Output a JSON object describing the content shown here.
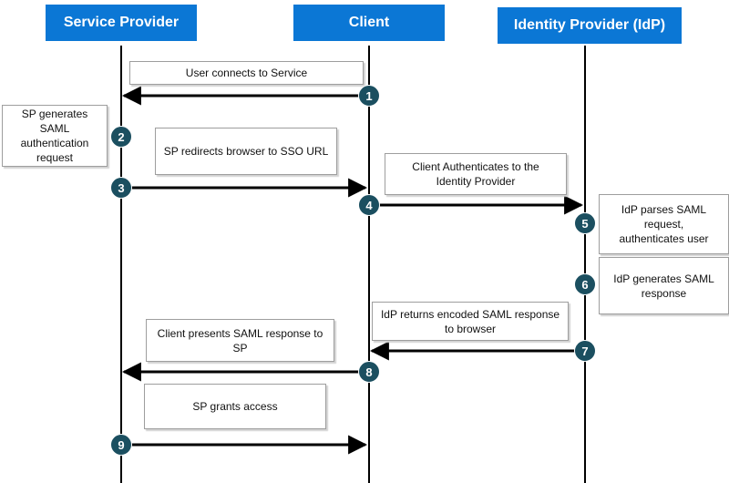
{
  "colors": {
    "actor_fill": "#0b77d5",
    "badge_fill": "#1b4f60",
    "line": "#000000"
  },
  "actors": {
    "service_provider": "Service Provider",
    "client": "Client",
    "idp": "Identity Provider (IdP)"
  },
  "steps": [
    {
      "num": "1",
      "text": "User connects to Service"
    },
    {
      "num": "2",
      "text": "SP generates SAML\nauthentication\nrequest"
    },
    {
      "num": "",
      "text": "SP redirects browser to SSO URL"
    },
    {
      "num": "3",
      "text": ""
    },
    {
      "num": "4",
      "text": "Client Authenticates to the\nIdentity Provider"
    },
    {
      "num": "5",
      "text": "IdP parses SAML\nrequest,\nauthenticates user"
    },
    {
      "num": "6",
      "text": "IdP generates SAML\nresponse"
    },
    {
      "num": "7",
      "text": "IdP returns encoded SAML response\nto browser"
    },
    {
      "num": "8",
      "text": "Client presents SAML response to\nSP"
    },
    {
      "num": "",
      "text": "SP grants access"
    },
    {
      "num": "9",
      "text": ""
    }
  ]
}
